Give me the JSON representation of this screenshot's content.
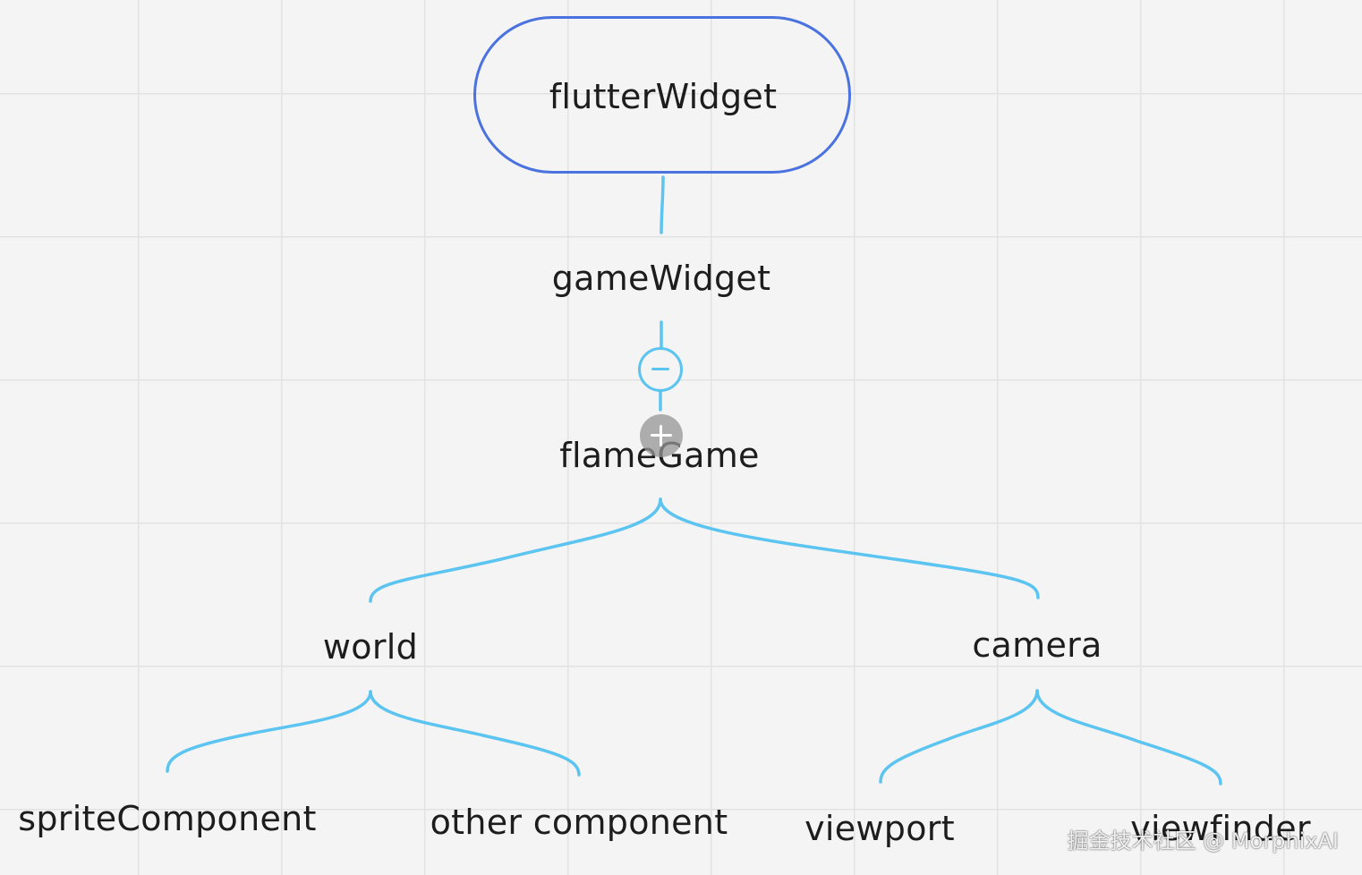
{
  "diagram": {
    "nodes": {
      "root": "flutterWidget",
      "game_widget": "gameWidget",
      "flame_game": "flameGame",
      "world": "world",
      "camera": "camera",
      "sprite_component": "spriteComponent",
      "other_component": "other component",
      "viewport": "viewport",
      "viewfinder": "viewfinder"
    },
    "edges": [
      [
        "root",
        "game_widget"
      ],
      [
        "game_widget",
        "flame_game"
      ],
      [
        "flame_game",
        "world"
      ],
      [
        "flame_game",
        "camera"
      ],
      [
        "world",
        "sprite_component"
      ],
      [
        "world",
        "other_component"
      ],
      [
        "camera",
        "viewport"
      ],
      [
        "camera",
        "viewfinder"
      ]
    ]
  },
  "controls": {
    "collapse_icon": "minus-circle-icon",
    "add_icon": "plus-circle-icon"
  },
  "colors": {
    "root_border": "#4a73e0",
    "connector": "#5bc4f0",
    "text": "#1d1d1d"
  },
  "watermark": "掘金技术社区 @ MorphixAI"
}
